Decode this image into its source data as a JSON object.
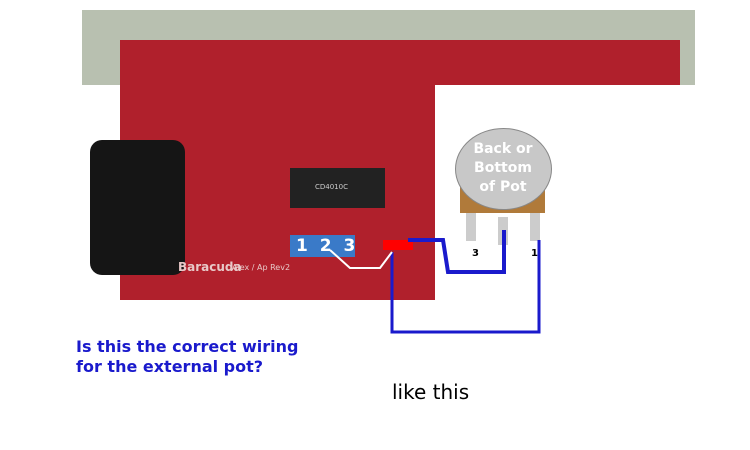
{
  "board": {
    "brand": "Baracuda",
    "revision": "Alex / Ap Rev2",
    "ic_label": "CD4010C",
    "trimmer_pins": "1 2 3"
  },
  "pot": {
    "label_lines": [
      "Back or",
      "Bottom",
      "of Pot"
    ],
    "pin3": "3",
    "pin1": "1"
  },
  "question": {
    "line1": "Is this the correct wiring",
    "line2": "for the external pot?"
  },
  "answer": "like this",
  "colors": {
    "wire": "#1a1acc",
    "board": "#b0202c",
    "pad": "#ff0000"
  }
}
